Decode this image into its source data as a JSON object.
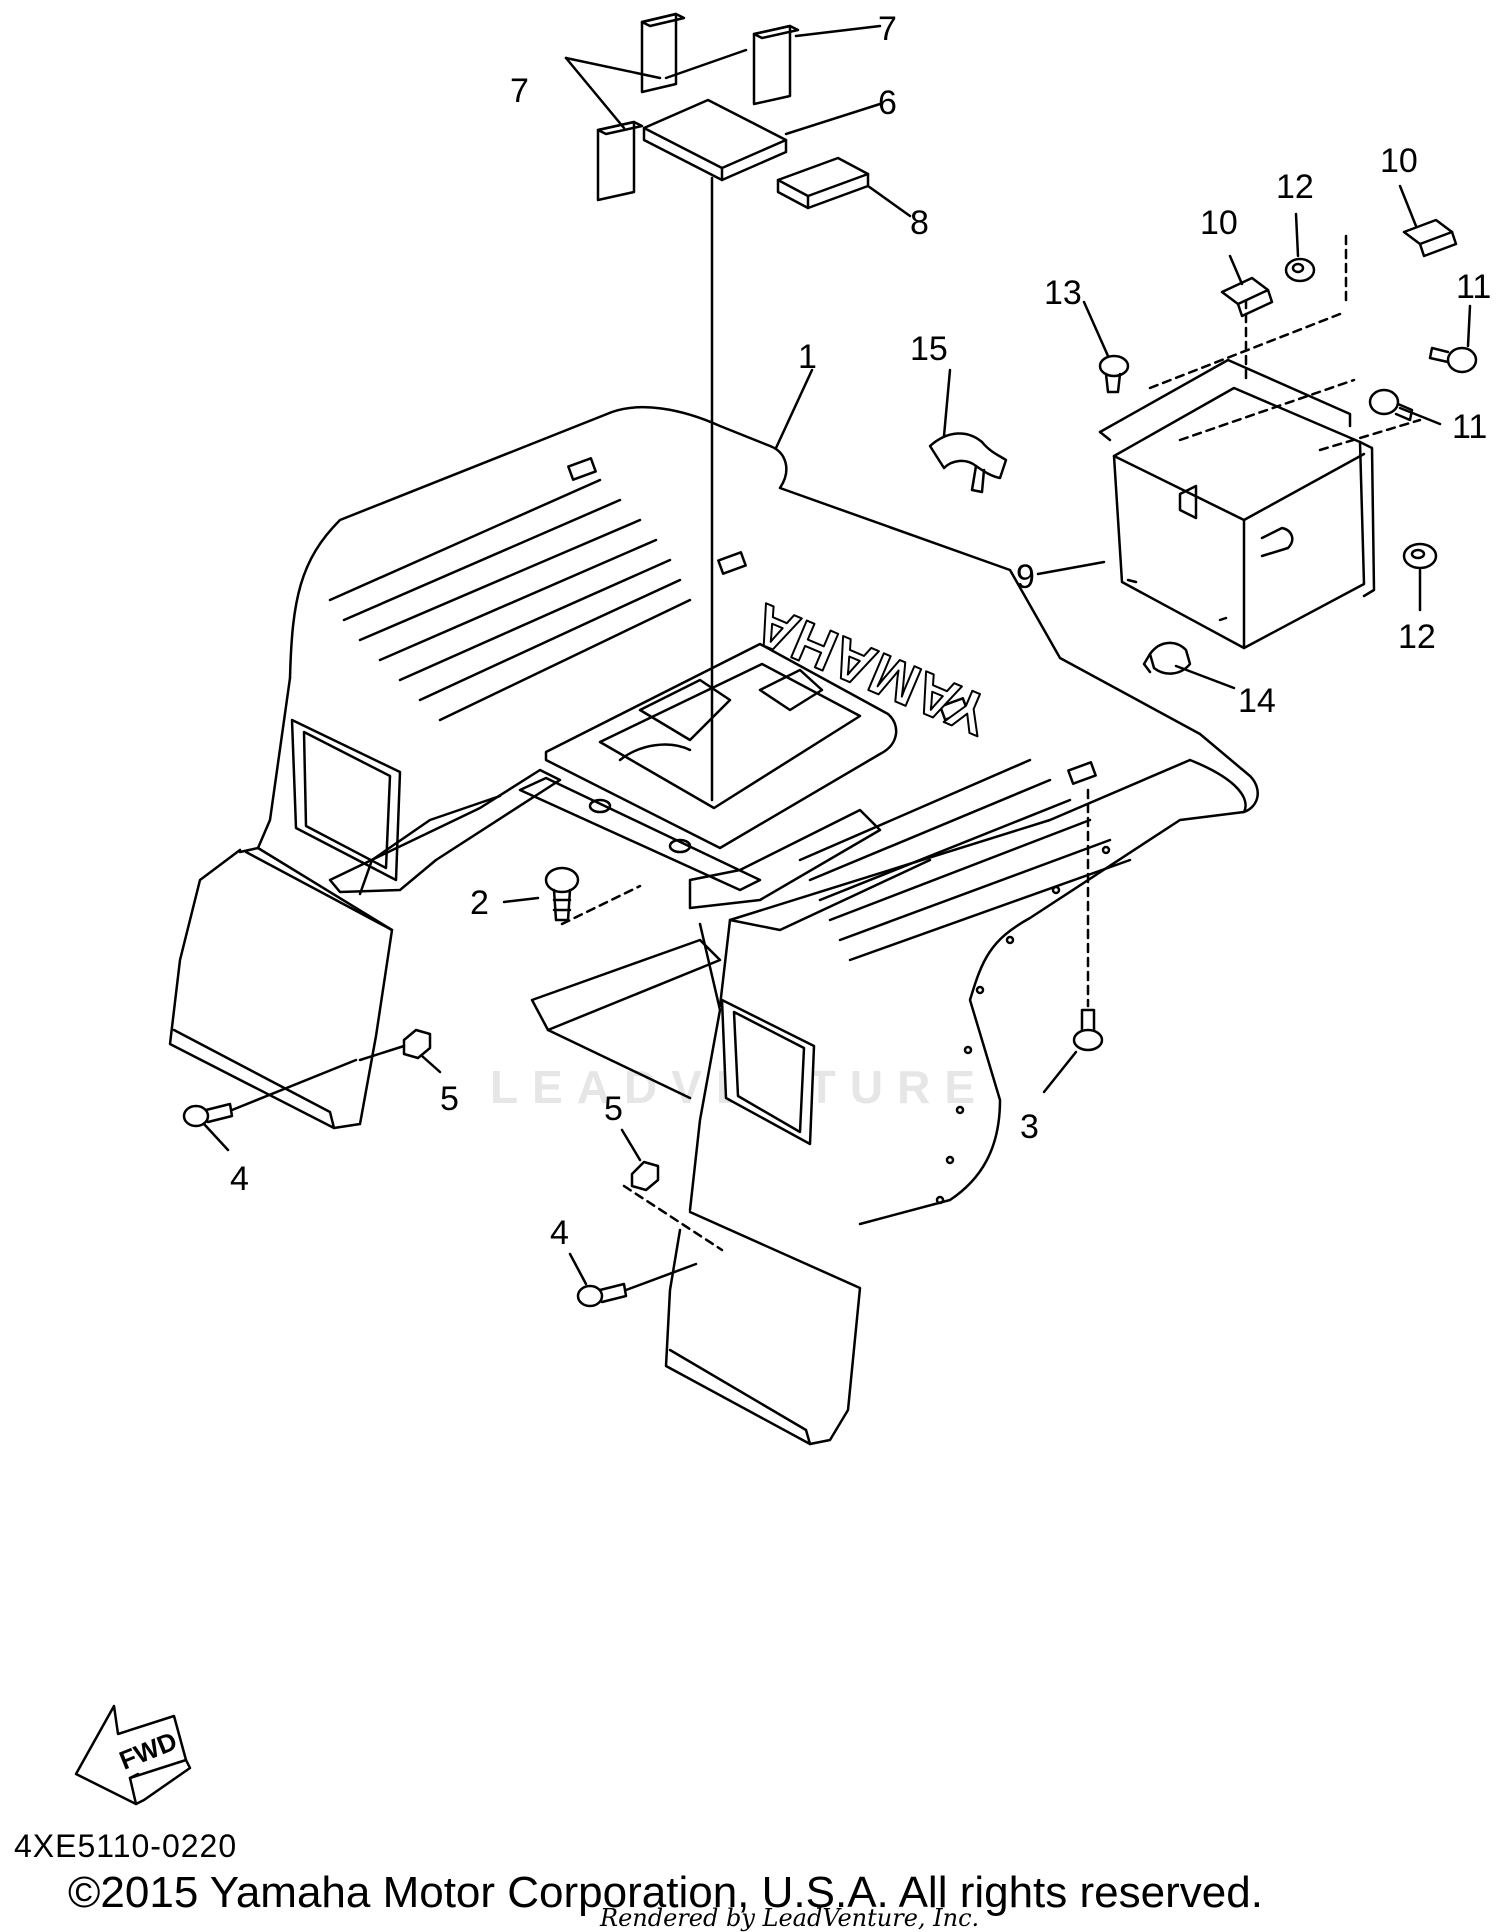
{
  "diagram": {
    "callouts": {
      "c1": "1",
      "c2": "2",
      "c3": "3",
      "c4a": "4",
      "c4b": "4",
      "c5a": "5",
      "c5b": "5",
      "c6": "6",
      "c7a": "7",
      "c7b": "7",
      "c8": "8",
      "c9": "9",
      "c10a": "10",
      "c10b": "10",
      "c11a": "11",
      "c11b": "11",
      "c12a": "12",
      "c12b": "12",
      "c13": "13",
      "c14": "14",
      "c15": "15"
    },
    "logo_text": "YAMAHA",
    "fwd_label": "FWD",
    "watermark": "LEADVENTURE",
    "part_code": "4XE5110-0220"
  },
  "footer": {
    "copyright": "©2015 Yamaha Motor Corporation, U.S.A. All rights reserved.",
    "rendered_by": "Rendered by LeadVenture, Inc."
  }
}
